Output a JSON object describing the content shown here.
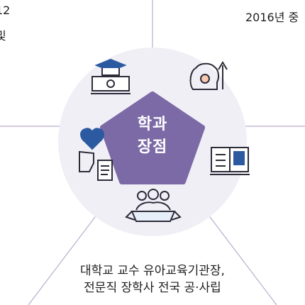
{
  "top_left": {
    "line1": "12",
    "line2": "및"
  },
  "top_right": {
    "line1": "2016년 중"
  },
  "hub": {
    "line1": "학과",
    "line2": "장점"
  },
  "bottom": {
    "line1": "대학교 교수 유아교육기관장,",
    "line2": "전문직 장학사 전국 공·사립"
  },
  "icons": [
    "graduation-money-icon",
    "award-growth-icon",
    "book-icon",
    "group-ribbon-icon",
    "heart-hand-document-icon"
  ],
  "colors": {
    "accent": "#7b6aa6",
    "line": "#b6aecd",
    "circle": "#f1eff6",
    "icon": "#2d2d3a",
    "highlight": "#2c5aa0"
  }
}
